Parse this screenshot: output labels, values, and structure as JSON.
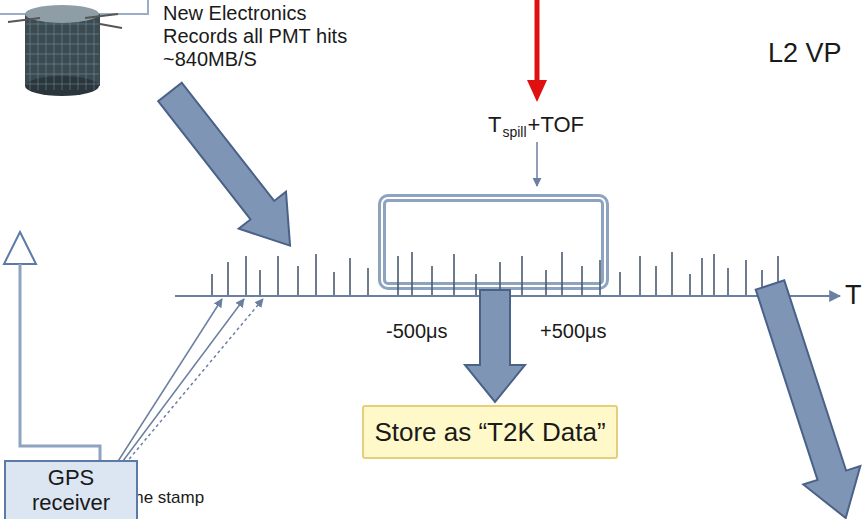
{
  "diagram": {
    "nodes": [
      {
        "text": [
          "GPS receiver"
        ]
      },
      {
        "text": [
          "Store as “T2K Data”"
        ]
      }
    ],
    "labels": [
      "New Electronics",
      "Records all PMT hits",
      "~840MB/S",
      "L2 VP",
      "T",
      "spill",
      "+TOF",
      "-500μs",
      "+500μs",
      "T",
      "Time stamp"
    ]
  }
}
